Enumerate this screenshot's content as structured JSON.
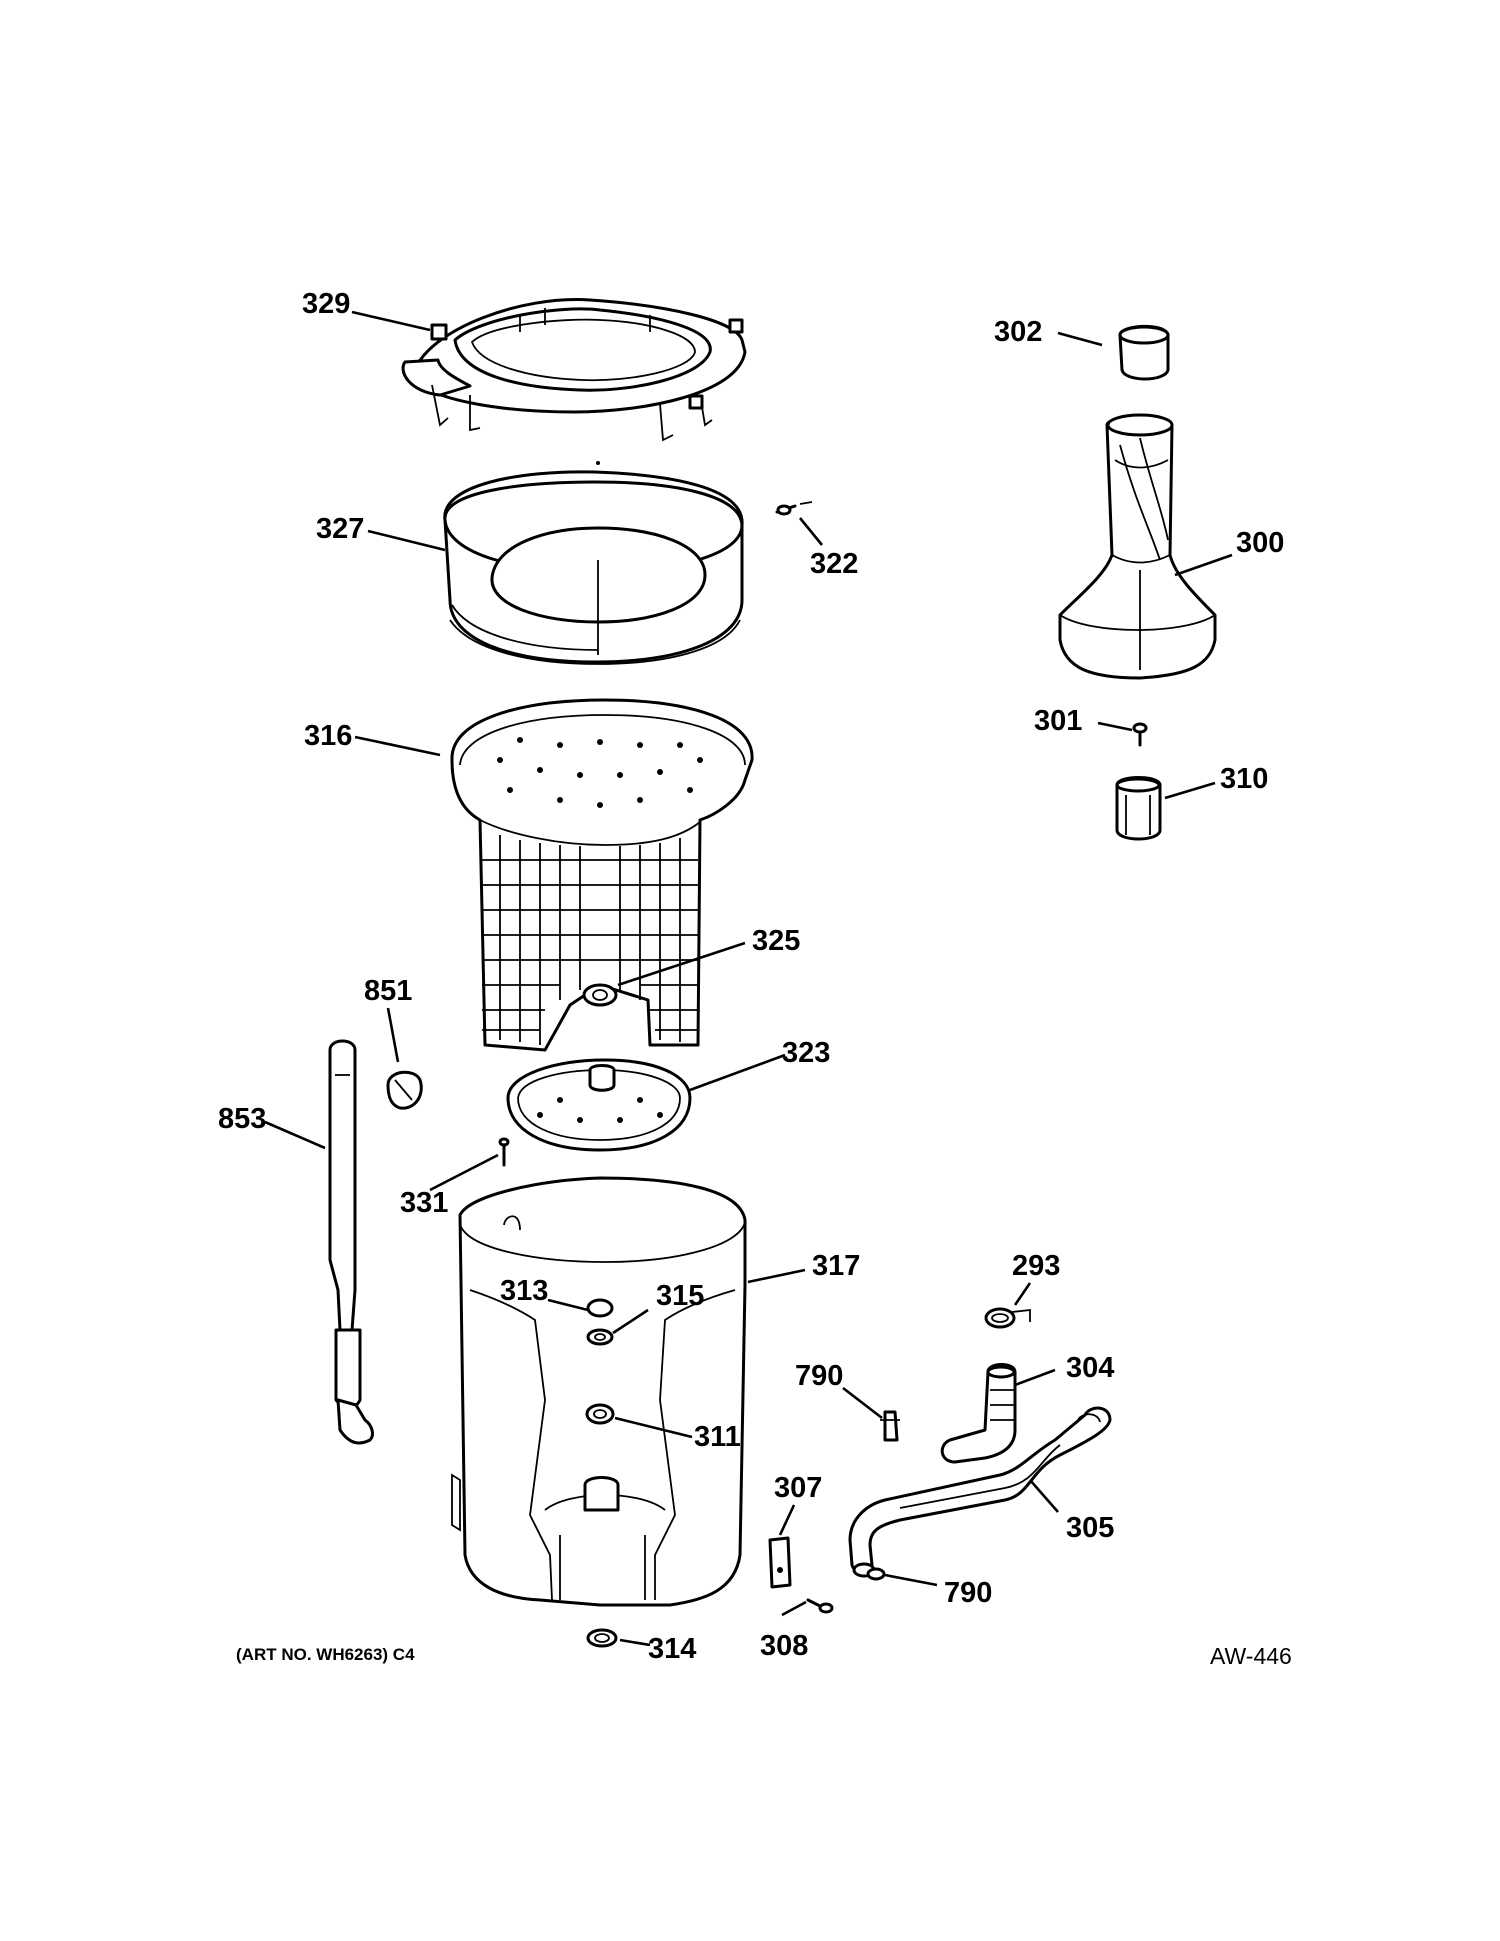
{
  "callouts": {
    "c329": "329",
    "c302": "302",
    "c327": "327",
    "c322": "322",
    "c300": "300",
    "c316": "316",
    "c301": "301",
    "c310": "310",
    "c325": "325",
    "c851": "851",
    "c323": "323",
    "c853": "853",
    "c331": "331",
    "c317": "317",
    "c293": "293",
    "c313": "313",
    "c315": "315",
    "c790a": "790",
    "c304": "304",
    "c311": "311",
    "c307": "307",
    "c305": "305",
    "c790b": "790",
    "c314": "314",
    "c308": "308"
  },
  "footer": {
    "art_no": "(ART NO. WH6263) C4",
    "drawing_code": "AW-446"
  }
}
